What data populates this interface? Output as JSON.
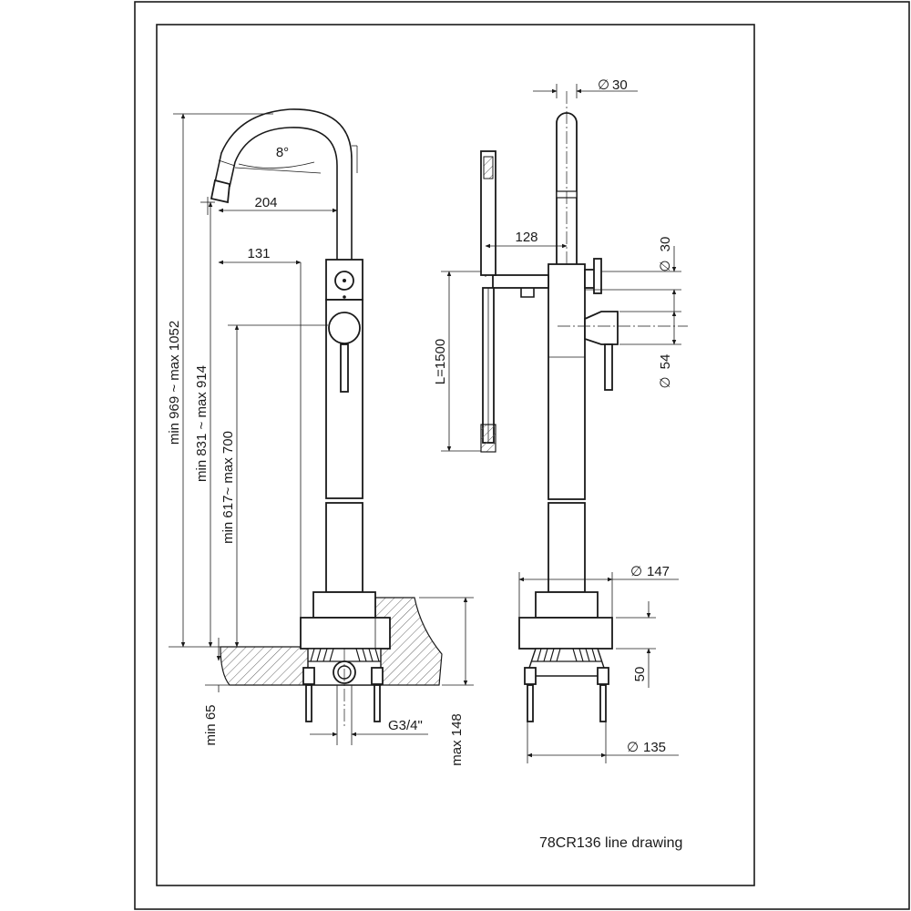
{
  "caption": "78CR136 line drawing",
  "side_view": {
    "spout_angle": "8°",
    "spout_reach": "204",
    "handle_offset": "131",
    "height_top": "min 969 ~ max 1052",
    "height_mid": "min 831 ~ max 914",
    "height_low": "min 617~ max 700",
    "depth_min": "min 65",
    "depth_max": "max 148",
    "connection": "G3/4\""
  },
  "front_view": {
    "spout_diameter": "30",
    "hand_shower_offset": "128",
    "hose_length": "L=1500",
    "handle_diameter": "30",
    "valve_diameter": "54",
    "base_diameter": "147",
    "base_height": "50",
    "floor_diameter": "135"
  },
  "colors": {
    "line": "#1a1a1a",
    "hatch": "#666666",
    "background": "#ffffff"
  }
}
